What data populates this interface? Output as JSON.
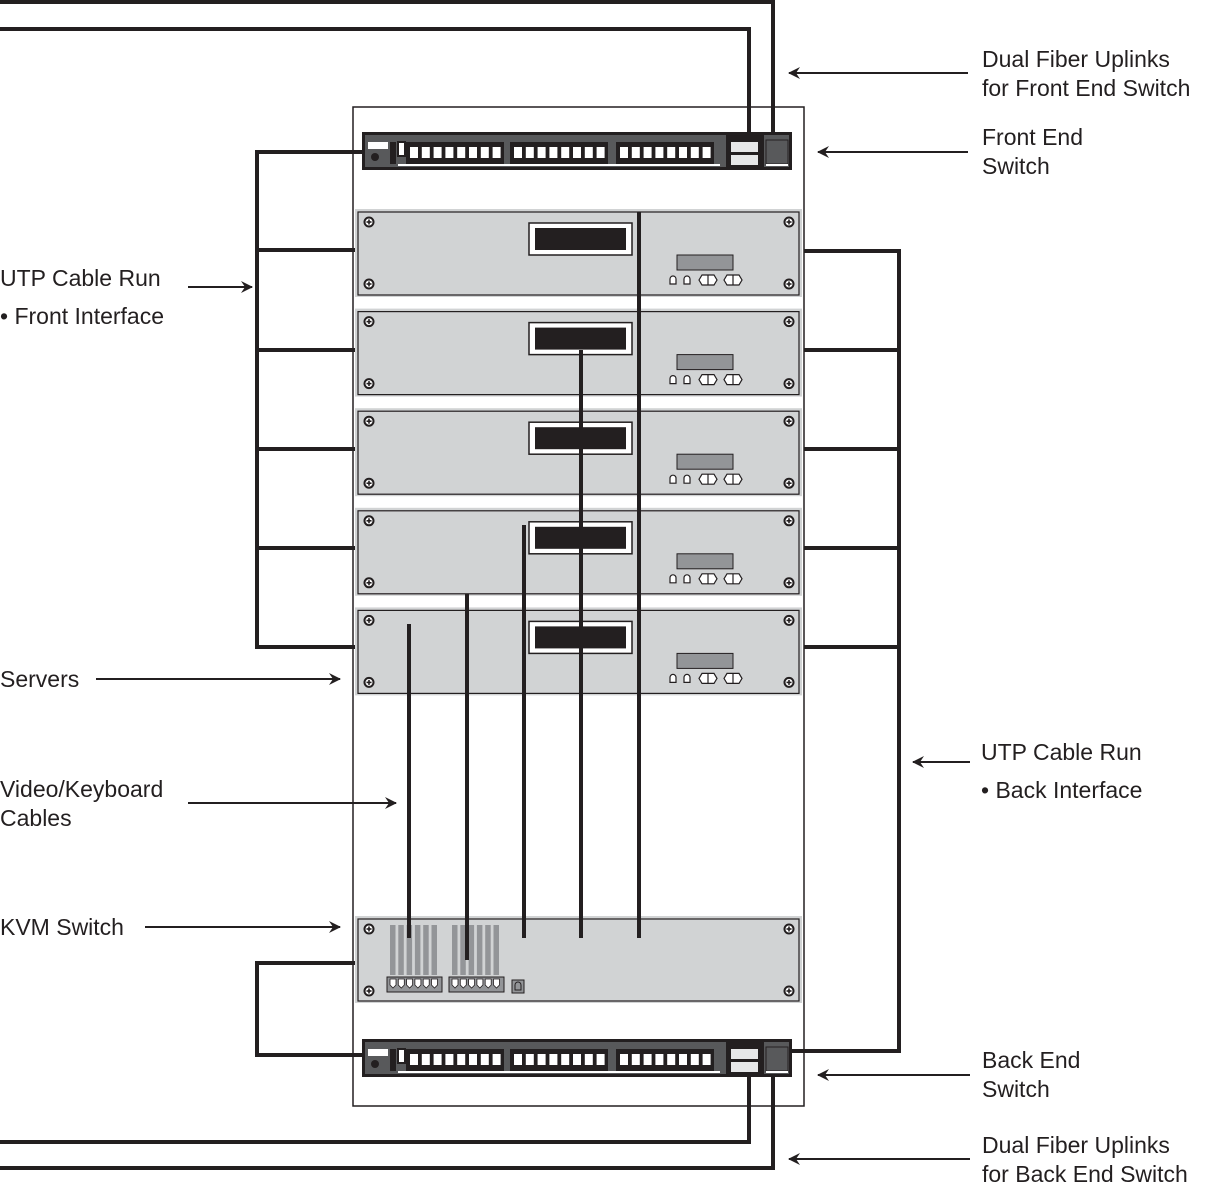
{
  "title": "Server rack cabling diagram",
  "colors": {
    "ink": "#231f20",
    "panel": "#d1d3d4",
    "panel_dark": "#939598",
    "switch_body": "#58595b",
    "port_light": "#e6e7e8"
  },
  "labels": {
    "fiber_front": [
      "Dual Fiber Uplinks",
      "for Front End Switch"
    ],
    "front_switch": [
      "Front End",
      "Switch"
    ],
    "utp_front": [
      "UTP Cable Run",
      "• Front Interface"
    ],
    "servers": [
      "Servers"
    ],
    "video_cables": [
      "Video/Keyboard",
      "Cables"
    ],
    "kvm": [
      "KVM Switch"
    ],
    "utp_back": [
      "UTP Cable Run",
      "• Back Interface"
    ],
    "back_switch": [
      "Back End",
      "Switch"
    ],
    "fiber_back": [
      "Dual Fiber Uplinks",
      "for Back End Switch"
    ]
  },
  "rack": {
    "switches": [
      {
        "id": "front-end-switch",
        "name": "Front End Switch",
        "port_groups": 3,
        "ports_per_group": 8,
        "fiber_ports": 2
      },
      {
        "id": "back-end-switch",
        "name": "Back End Switch",
        "port_groups": 3,
        "ports_per_group": 8,
        "fiber_ports": 2
      }
    ],
    "server_count": 5,
    "kvm": {
      "name": "KVM Switch",
      "connector_banks": 2,
      "pins_per_bank": 6
    }
  }
}
